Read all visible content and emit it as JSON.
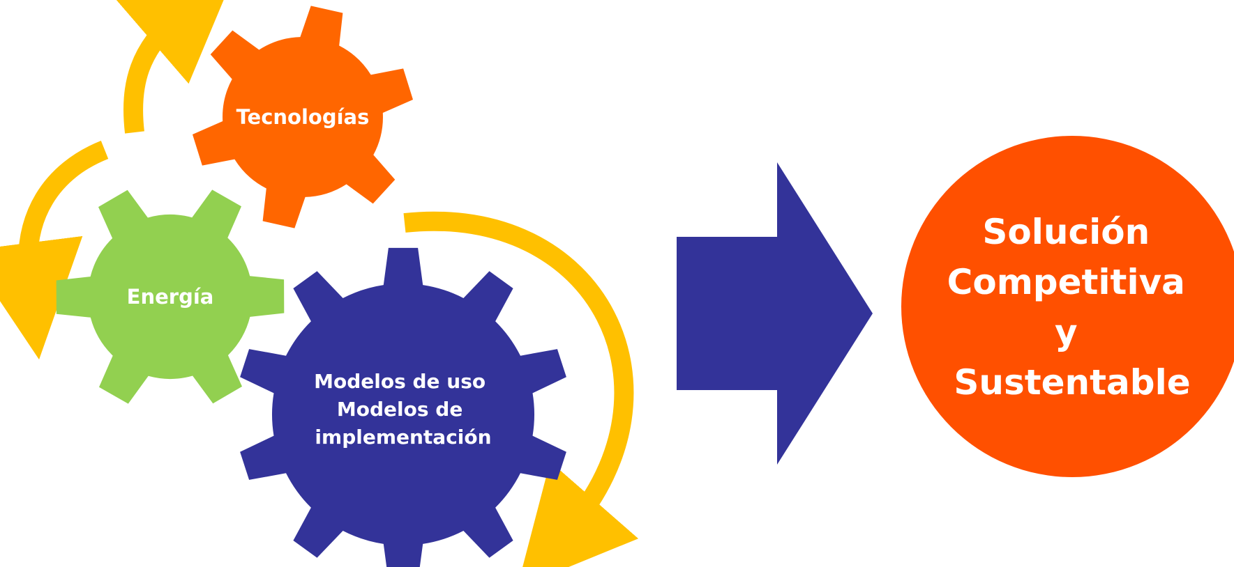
{
  "diagram": {
    "gears": [
      {
        "id": "tecnologias",
        "lines": [
          "Tecnologías"
        ],
        "color": "#ff6600",
        "teeth": 6
      },
      {
        "id": "energia",
        "lines": [
          "Energía"
        ],
        "color": "#92d050",
        "teeth": 6
      },
      {
        "id": "modelos",
        "lines": [
          "Modelos de uso",
          "Modelos de",
          "implementación"
        ],
        "color": "#333399",
        "teeth": 10
      }
    ],
    "cycle_arrows": {
      "color": "#ffc000"
    },
    "big_arrow": {
      "color": "#333399"
    },
    "result": {
      "lines": [
        "Solución",
        "Competitiva",
        "y",
        "Sustentable"
      ],
      "color": "#ff5000"
    }
  }
}
